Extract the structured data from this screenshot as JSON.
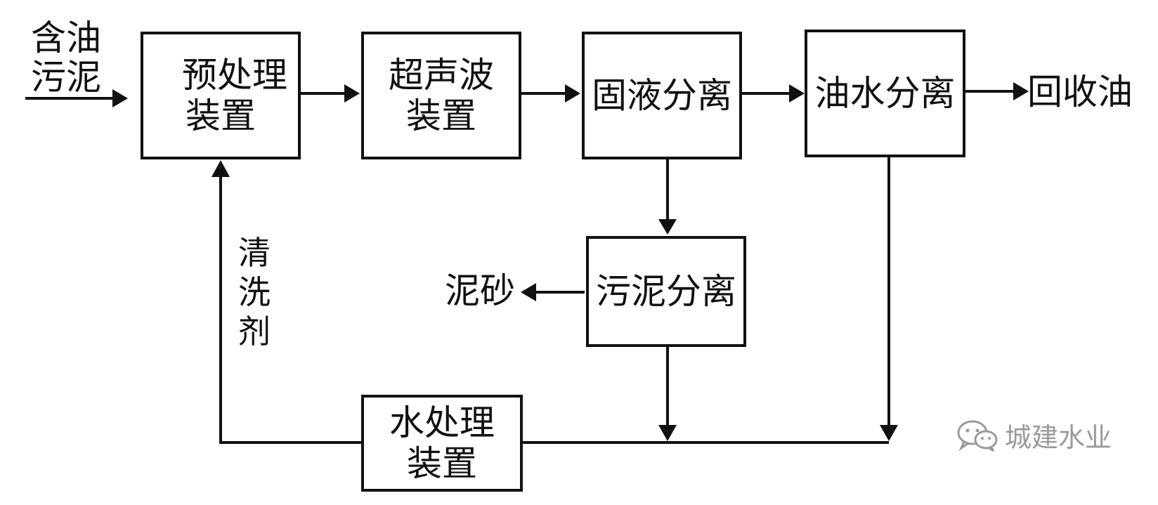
{
  "input": {
    "line1": "含油",
    "line2": "污泥"
  },
  "pretreatment": {
    "line1": "预处理",
    "line2": "装置"
  },
  "ultrasonic": {
    "line1": "超声波",
    "line2": "装置"
  },
  "solid_liquid": {
    "label": "固液分离"
  },
  "oil_water": {
    "label": "油水分离"
  },
  "recovered_oil": {
    "label": "回收油"
  },
  "sludge_sep": {
    "label": "污泥分离"
  },
  "sand": {
    "label": "泥砂"
  },
  "detergent": {
    "c1": "清",
    "c2": "洗",
    "c3": "剂"
  },
  "water_treatment": {
    "line1": "水处理",
    "line2": "装置"
  },
  "watermark": {
    "text": "城建水业",
    "icon": "wechat-icon"
  },
  "colors": {
    "line": "#111111",
    "watermark": "#9a9a9a"
  }
}
